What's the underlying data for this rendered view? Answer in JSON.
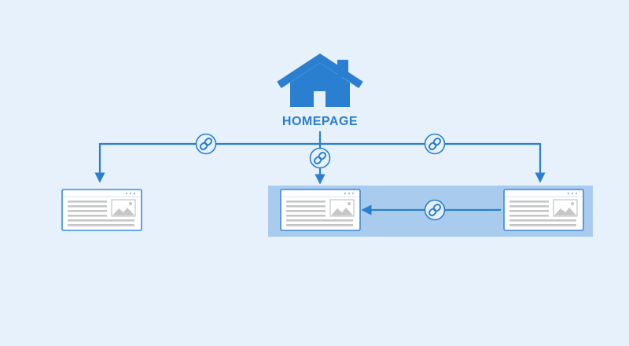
{
  "homepage": {
    "label": "HOMEPAGE",
    "icon": "house-icon"
  },
  "pages": [
    {
      "id": "page-left",
      "icon": "webpage-icon"
    },
    {
      "id": "page-middle",
      "icon": "webpage-icon"
    },
    {
      "id": "page-right",
      "icon": "webpage-icon"
    }
  ],
  "links": [
    {
      "from": "homepage",
      "to": "page-left",
      "icon": "link-icon"
    },
    {
      "from": "homepage",
      "to": "page-middle",
      "icon": "link-icon"
    },
    {
      "from": "homepage",
      "to": "page-right",
      "icon": "link-icon"
    },
    {
      "from": "page-right",
      "to": "page-middle",
      "icon": "link-icon"
    }
  ],
  "colors": {
    "background": "#e6f1fc",
    "accent": "#2a7fd0",
    "highlight_group": "#a9ccee",
    "card_stroke": "#3a8ad6",
    "card_fill": "#ffffff",
    "card_lines": "#c6c6c6"
  }
}
